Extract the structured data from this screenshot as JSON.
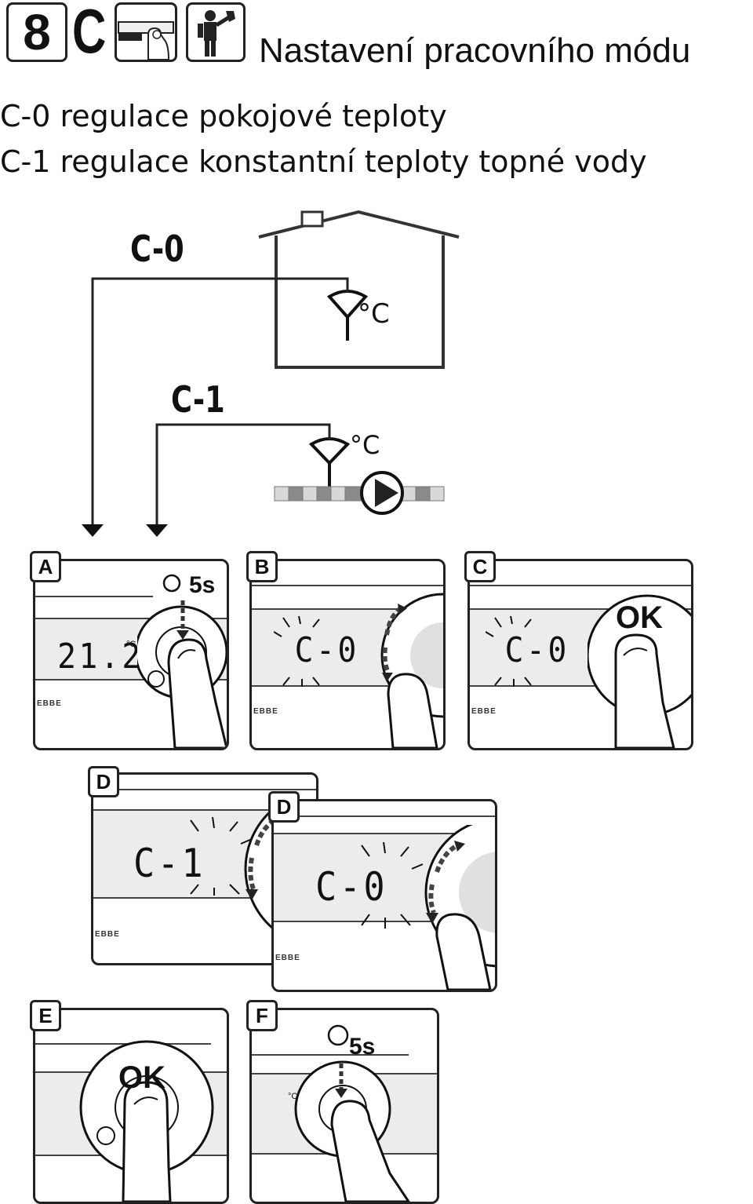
{
  "header": {
    "icons": [
      {
        "name": "digit-8-icon",
        "text": "8"
      },
      {
        "name": "letter-c-icon",
        "text": "C"
      },
      {
        "name": "finger-press-icon"
      },
      {
        "name": "technician-wrench-icon"
      }
    ],
    "title": "Nastavení pracovního módu"
  },
  "modes": [
    {
      "text": "C-0  regulace pokojové teploty"
    },
    {
      "text": "C-1 regulace konstantní teploty topné vody"
    }
  ],
  "diagram": {
    "c0_label": "C-0",
    "c1_label": "C-1",
    "sensor_unit": "°C",
    "pump_icon": "pump-icon",
    "house_icon": "house-icon"
  },
  "panels": {
    "A": {
      "letter": "A",
      "display": "21.2",
      "unit": "°C",
      "hold": "5s",
      "brand": "EBBE"
    },
    "B": {
      "letter": "B",
      "display": "C-0",
      "brand": "EBBE"
    },
    "C": {
      "letter": "C",
      "display": "C-0",
      "button": "OK",
      "brand": "EBBE"
    },
    "D1": {
      "letter": "D",
      "display": "C-1",
      "brand": "EBBE"
    },
    "D2": {
      "letter": "D",
      "display": "C-0",
      "brand": "EBBE"
    },
    "E": {
      "letter": "E",
      "button": "OK"
    },
    "F": {
      "letter": "F",
      "hold": "5s",
      "unit": "°C"
    }
  },
  "colors": {
    "ink": "#111111",
    "lcd_bg": "#ececec",
    "pipe_dark": "#8a8a8a",
    "pipe_light": "#d8d8d8"
  }
}
